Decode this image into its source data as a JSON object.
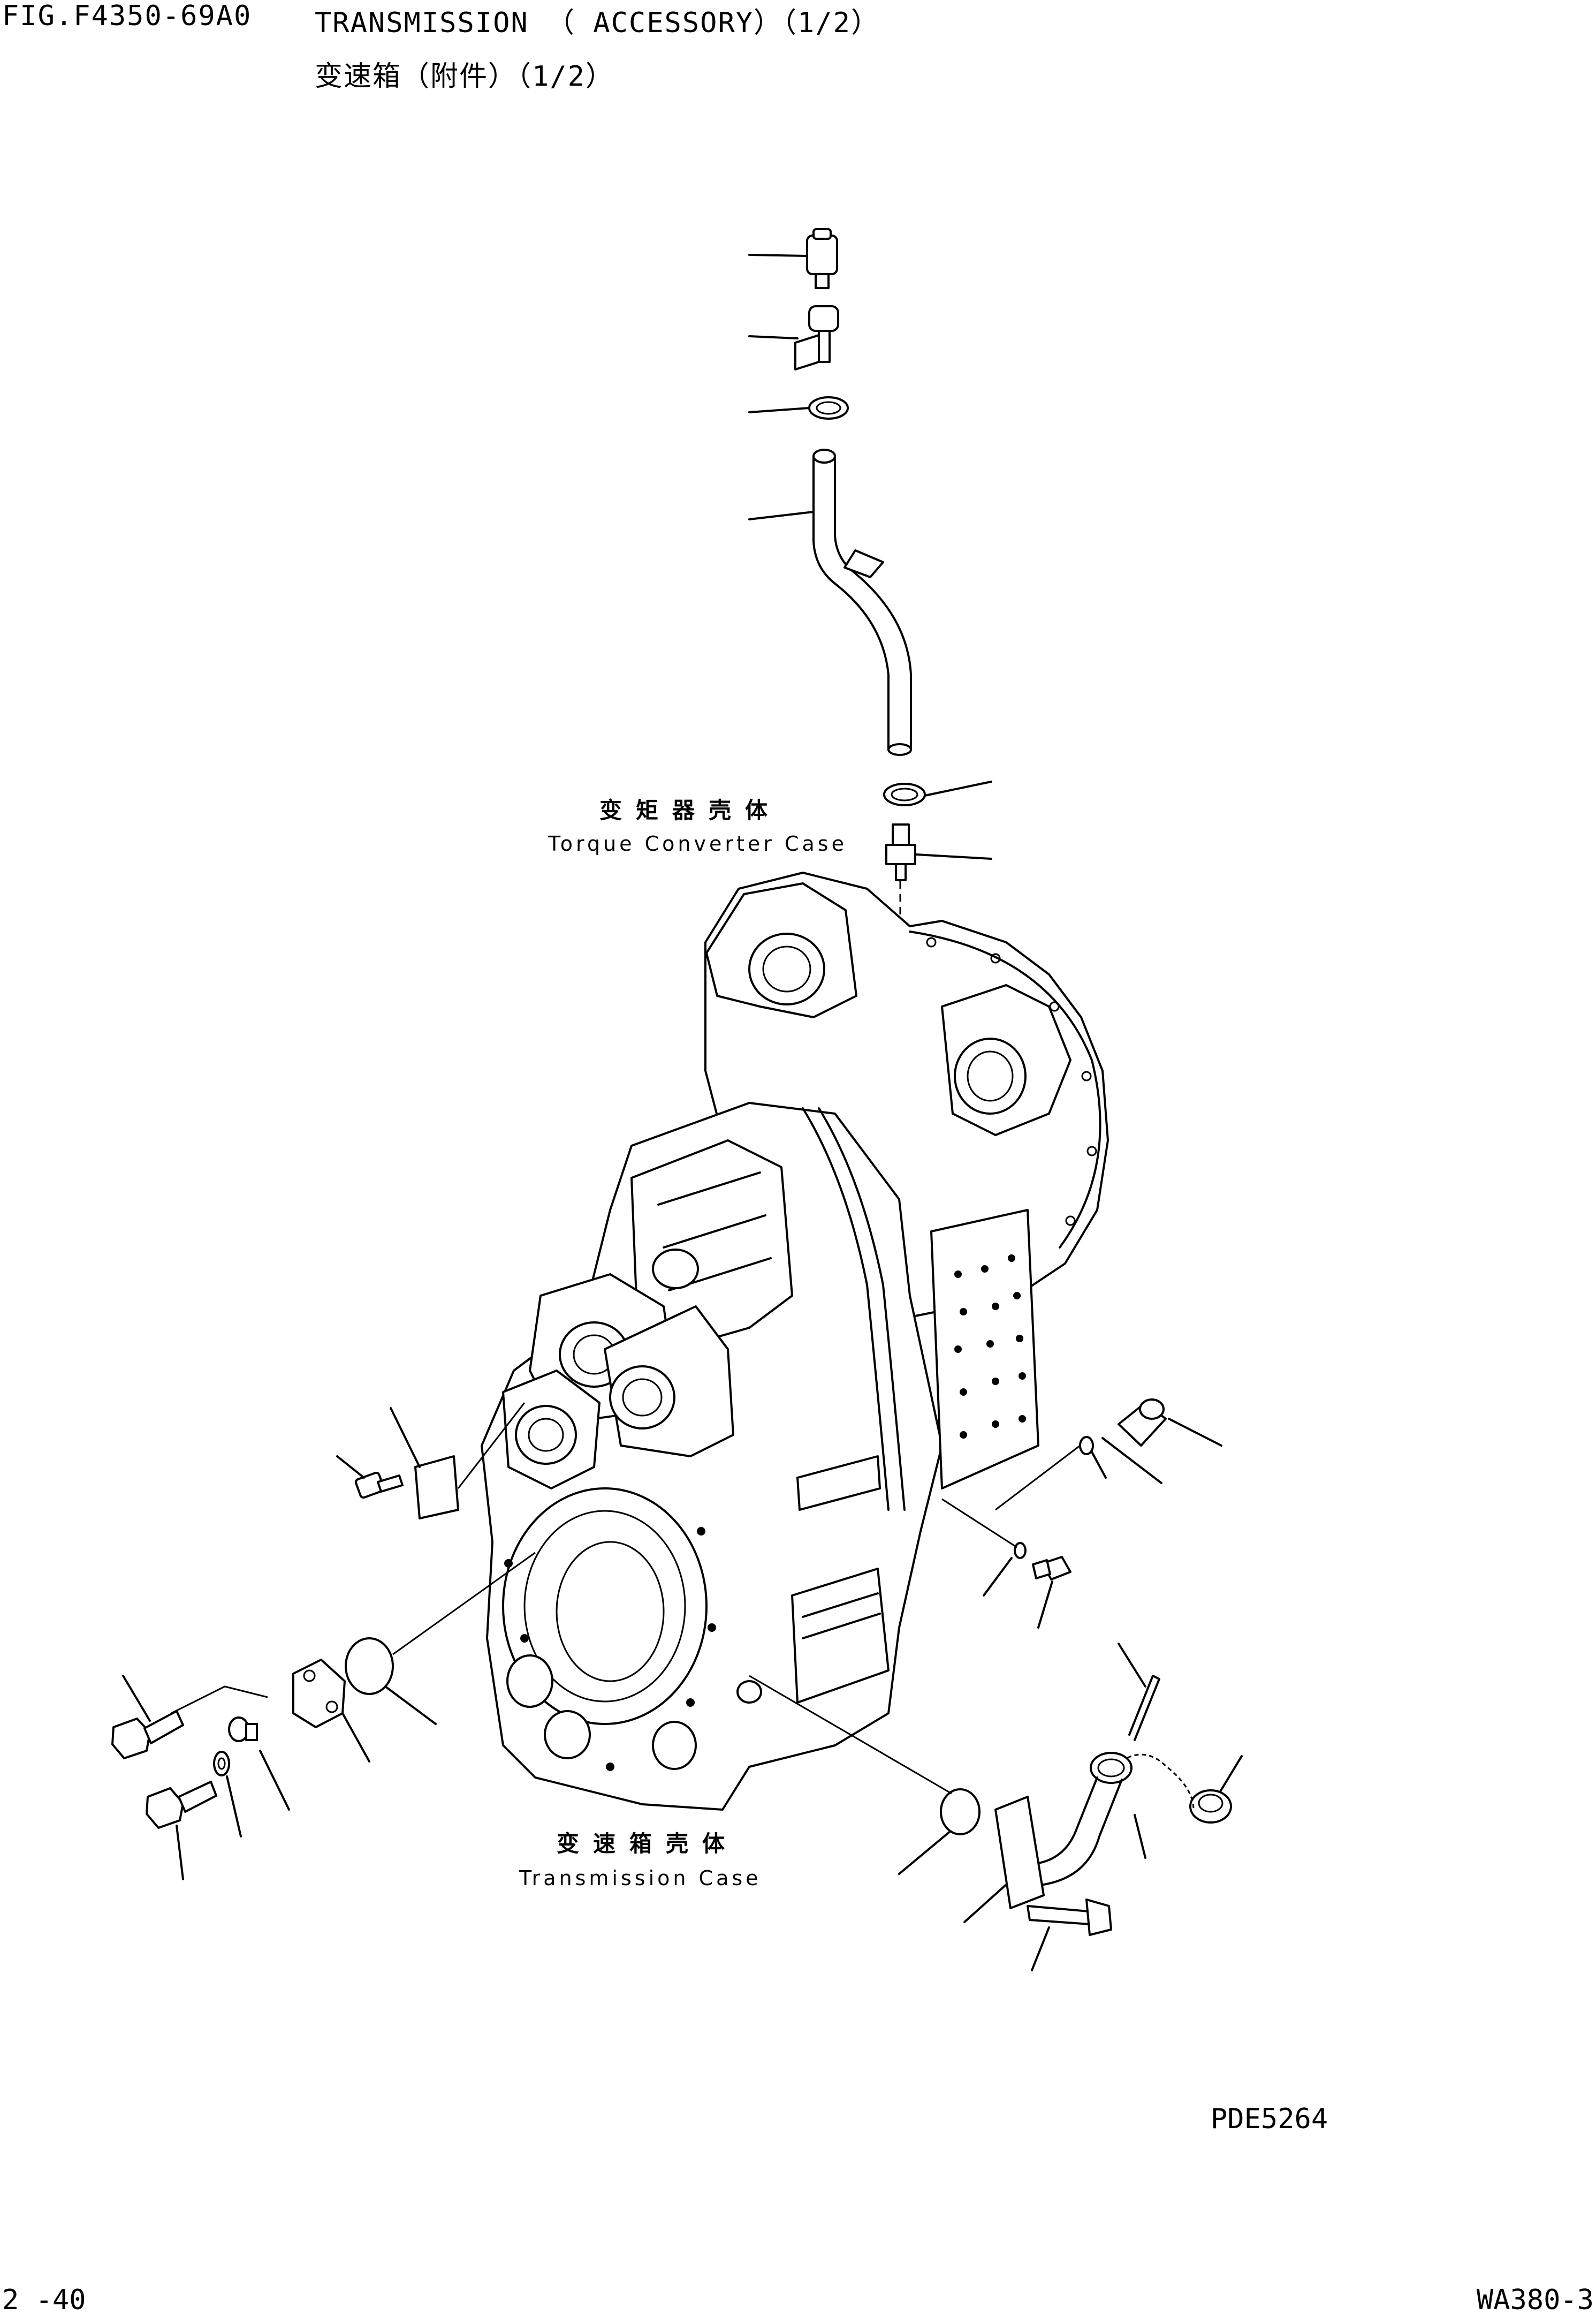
{
  "header": {
    "figure_code": "FIG.F4350-69A0",
    "title_en": "TRANSMISSION （ ACCESSORY）（1/2）",
    "title_cn": "变速箱（附件）（1/2）"
  },
  "labels": {
    "torque_converter_cn": "变矩器壳体",
    "torque_converter_en": "Torque Converter Case",
    "transmission_cn": "变速箱壳体",
    "transmission_en": "Transmission Case"
  },
  "drawing_number": "PDE5264",
  "footer": {
    "page": "2 -40",
    "model": "WA380-3"
  }
}
